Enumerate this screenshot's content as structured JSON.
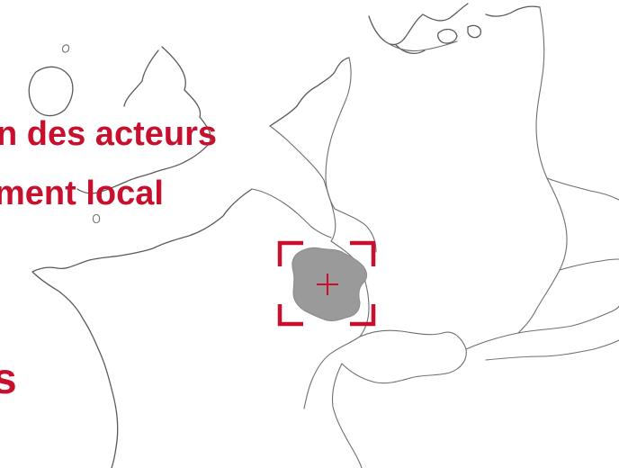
{
  "title": {
    "line1": "n des acteurs",
    "line2": "ment local",
    "line3": "s"
  },
  "colors": {
    "accent": "#c8102e",
    "region_fill": "#9a9a9a",
    "border_stroke": "#6f6f6f",
    "background": "#ffffff"
  },
  "map": {
    "highlight": {
      "marker_icon": "crosshair-icon",
      "frame": "corner-brackets"
    }
  }
}
